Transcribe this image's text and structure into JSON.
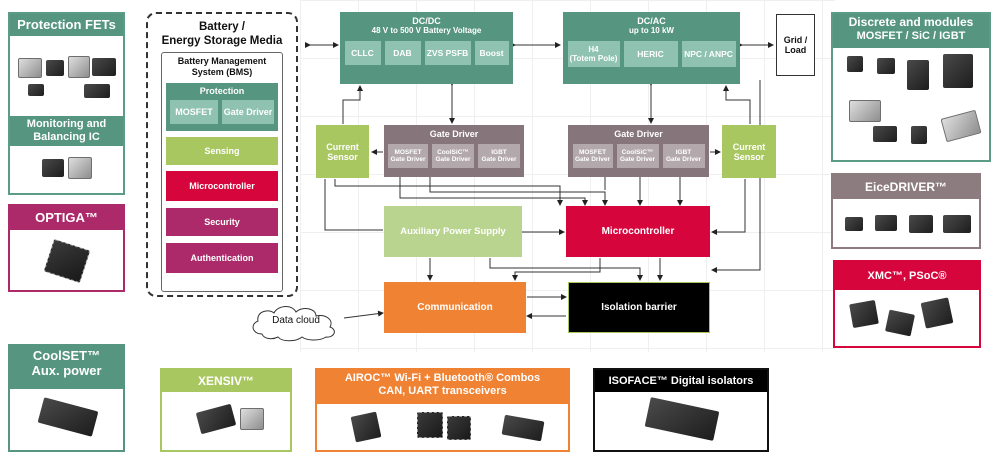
{
  "left_panels": {
    "protection_fets": {
      "title": "Protection FETs"
    },
    "monitoring": {
      "title": "Monitoring and Balancing IC"
    },
    "optiga": {
      "title": "OPTIGA™"
    },
    "coolset": {
      "title": "CoolSET™ Aux. power"
    },
    "xensiv": {
      "title": "XENSIV™"
    },
    "airoc": {
      "title_line1": "AIROC™ Wi-Fi + Bluetooth® Combos",
      "title_line2": "CAN, UART transceivers"
    },
    "isoface": {
      "title": "ISOFACE™ Digital isolators"
    }
  },
  "right_panels": {
    "discrete": {
      "title_line1": "Discrete and modules",
      "title_line2": "MOSFET / SiC / IGBT"
    },
    "eicedriver": {
      "title": "EiceDRIVER™"
    },
    "xmc": {
      "title": "XMC™, PSoC®"
    }
  },
  "bms": {
    "title_line1": "Battery /",
    "title_line2": "Energy Storage Media",
    "system_line1": "Battery Management",
    "system_line2": "System (BMS)",
    "protection_label": "Protection",
    "mosfet": "MOSFET",
    "gate_driver": "Gate Driver",
    "sensing": "Sensing",
    "microcontroller": "Microcontroller",
    "security": "Security",
    "authentication": "Authentication"
  },
  "dcdc": {
    "title_line1": "DC/DC",
    "title_line2": "48 V to 500 V Battery Voltage",
    "subs": [
      "CLLC",
      "DAB",
      "ZVS PSFB",
      "Boost"
    ]
  },
  "dcac": {
    "title_line1": "DC/AC",
    "title_line2": "up to 10 kW",
    "subs": [
      {
        "line1": "H4",
        "line2": "(Totem Pole)"
      },
      {
        "line1": "HERIC",
        "line2": ""
      },
      {
        "line1": "NPC / ANPC",
        "line2": ""
      }
    ]
  },
  "grid": {
    "line1": "Grid /",
    "line2": "Load"
  },
  "current_sensor": {
    "line1": "Current",
    "line2": "Sensor"
  },
  "gate_driver_left": {
    "title": "Gate Driver",
    "subs": [
      {
        "line1": "MOSFET",
        "line2": "Gate Driver"
      },
      {
        "line1": "CoolSiC™",
        "line2": "Gate Driver"
      },
      {
        "line1": "IGBT",
        "line2": "Gate Driver"
      }
    ]
  },
  "gate_driver_right": {
    "title": "Gate Driver",
    "subs": [
      {
        "line1": "MOSFET",
        "line2": "Gate Driver"
      },
      {
        "line1": "CoolSiC™",
        "line2": "Gate Driver"
      },
      {
        "line1": "IGBT",
        "line2": "Gate Driver"
      }
    ]
  },
  "aux_power": "Auxiliary Power Supply",
  "microcontroller": "Microcontroller",
  "communication": "Communication",
  "isolation": "Isolation barrier",
  "data_cloud": "Data cloud",
  "colors": {
    "teal": "#56957f",
    "green": "#a9c760",
    "brown": "#86757a",
    "red": "#d6053c",
    "pink": "#ad2a6a",
    "orange": "#f08234",
    "gray_panel": "#8c7c80"
  }
}
